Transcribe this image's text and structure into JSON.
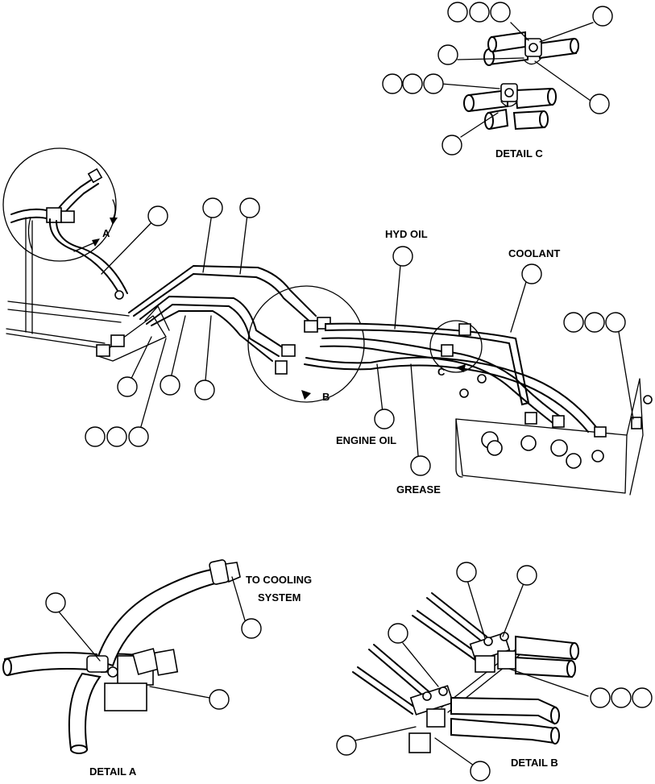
{
  "labels": {
    "hyd_oil": "HYD OIL",
    "coolant": "COOLANT",
    "engine_oil": "ENGINE OIL",
    "grease": "GREASE",
    "view_a": "A",
    "view_b": "B",
    "view_c": "C",
    "to_cooling_line1": "TO COOLING",
    "to_cooling_line2": "SYSTEM"
  },
  "detail_titles": {
    "detail_a": "DETAIL A",
    "detail_b": "DETAIL B",
    "detail_c": "DETAIL C"
  }
}
